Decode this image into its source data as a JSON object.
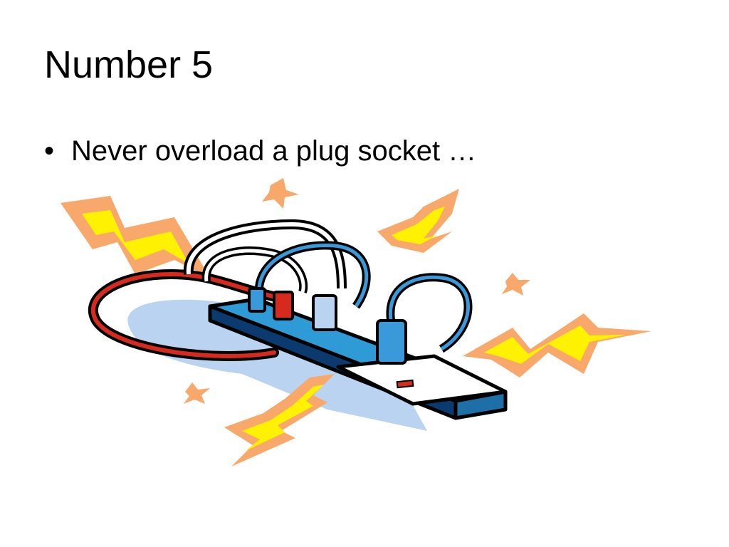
{
  "slide": {
    "title": "Number 5",
    "bullets": [
      {
        "marker": "•",
        "text": "Never overload a plug socket …"
      }
    ]
  },
  "illustration": {
    "icon": "overloaded-power-strip-clipart",
    "colors": {
      "spark_outer": "#F7A86A",
      "spark_inner": "#FFF200",
      "strip_top": "#2E9BD6",
      "strip_side": "#1E6FA8",
      "strip_dark": "#0B3B6E",
      "cable_red": "#D62A1E",
      "cable_blue": "#3A9AD9",
      "shadow": "#B9D3F0",
      "outline": "#000000"
    }
  }
}
